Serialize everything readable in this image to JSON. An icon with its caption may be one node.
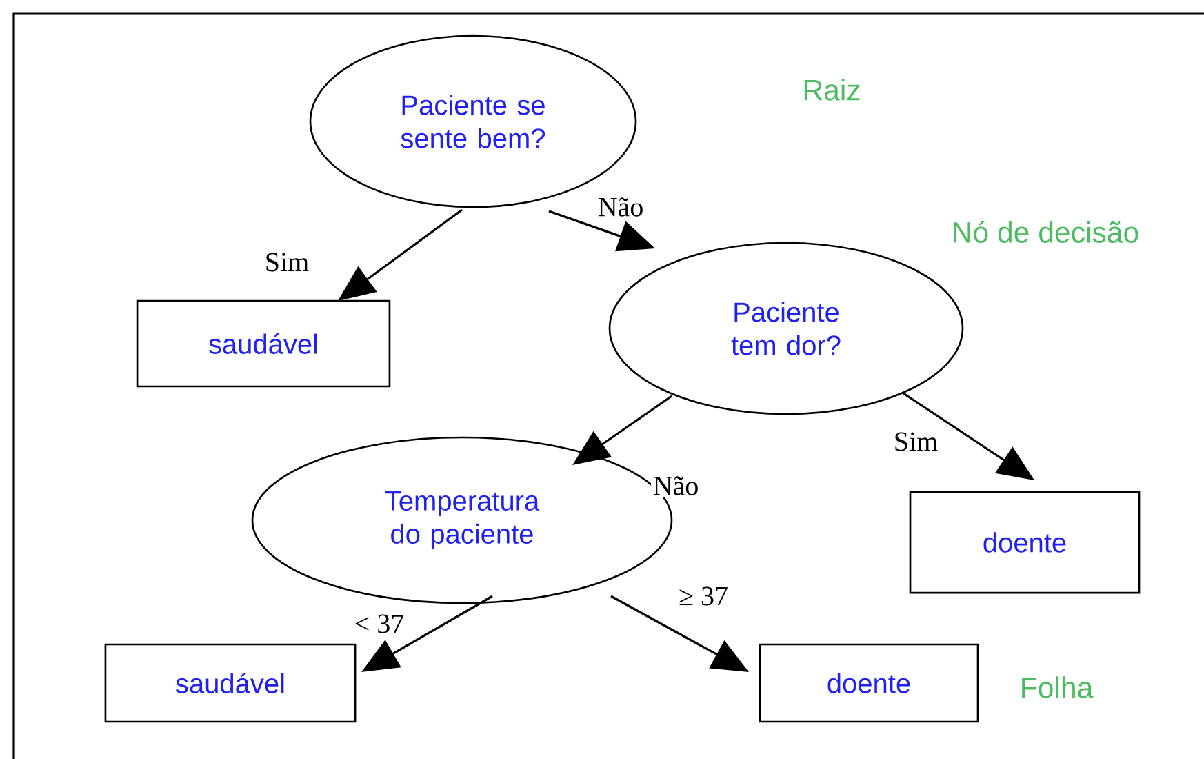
{
  "diagram": {
    "nodes": [
      {
        "text": [
          "Paciente se sente bem?"
        ]
      },
      {
        "text": [
          "saudável"
        ]
      },
      {
        "text": [
          "Paciente tem dor?"
        ]
      },
      {
        "text": [
          "Temperatura do paciente"
        ]
      },
      {
        "text": [
          "doente"
        ]
      },
      {
        "text": [
          "saudável"
        ]
      },
      {
        "text": [
          "doente"
        ]
      }
    ],
    "edges": [
      {
        "from": 0,
        "to": 1,
        "arrow": "to",
        "label": "Sim"
      },
      {
        "from": 0,
        "to": 2,
        "arrow": "to",
        "label": "Não"
      },
      {
        "from": 2,
        "to": 3,
        "arrow": "to",
        "label": "Não"
      },
      {
        "from": 2,
        "to": 4,
        "arrow": "to",
        "label": "Sim"
      },
      {
        "from": 3,
        "to": 5,
        "arrow": "to",
        "label": "< 37"
      },
      {
        "from": 3,
        "to": 6,
        "arrow": "to",
        "label": "≥ 37"
      }
    ],
    "labels": [
      "Raiz",
      "Nó de decisão",
      "Folha"
    ]
  }
}
